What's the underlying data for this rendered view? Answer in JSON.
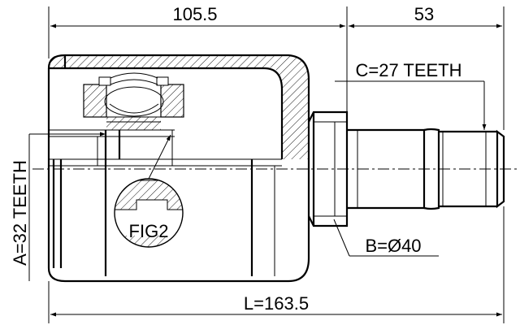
{
  "dimensions": {
    "body_length": "105.5",
    "shaft_length": "53",
    "total_length": "L=163.5"
  },
  "callouts": {
    "outer_teeth": "C=27 TEETH",
    "inner_teeth": "A=32 TEETH",
    "seal_diameter": "B=Ø40",
    "detail": "FIG2"
  }
}
